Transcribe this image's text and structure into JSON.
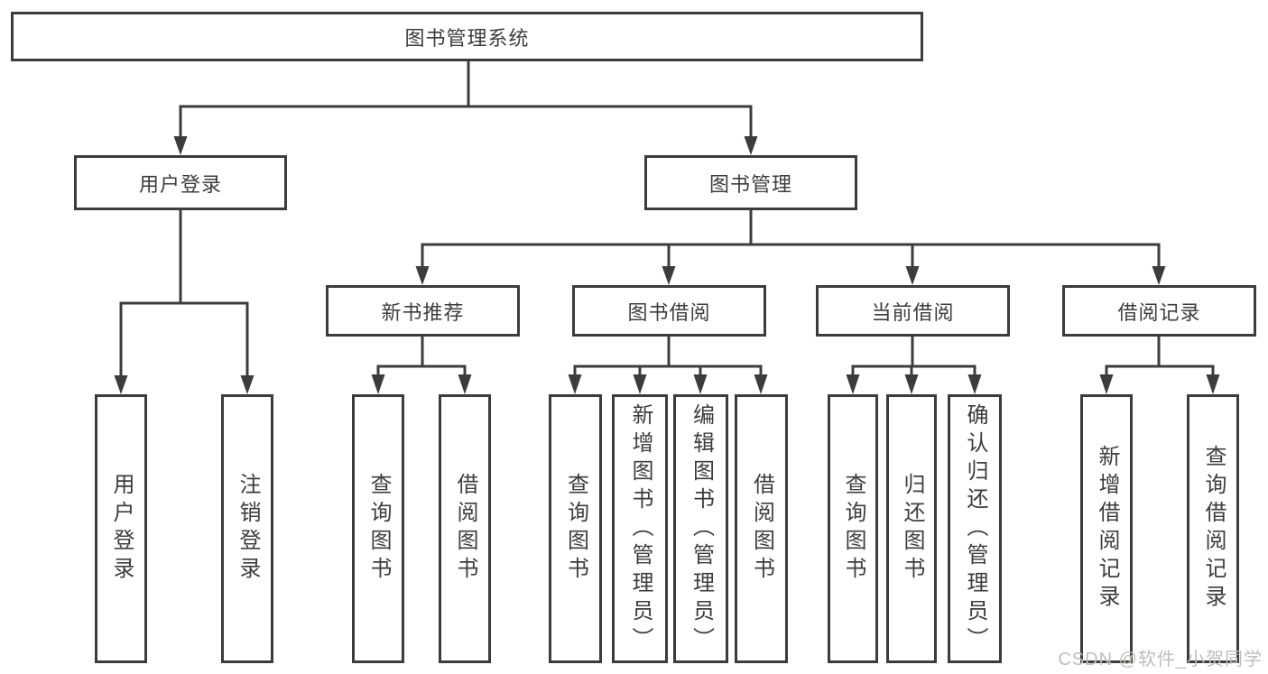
{
  "tree": {
    "root": {
      "label": "图书管理系统"
    },
    "branches": [
      {
        "label": "用户登录",
        "children": [
          {
            "label": "用户登录"
          },
          {
            "label": "注销登录"
          }
        ]
      },
      {
        "label": "图书管理",
        "children": [
          {
            "label": "新书推荐",
            "children": [
              {
                "label": "查询图书"
              },
              {
                "label": "借阅图书"
              }
            ]
          },
          {
            "label": "图书借阅",
            "children": [
              {
                "label": "查询图书"
              },
              {
                "label": "新增图书（管理员）"
              },
              {
                "label": "编辑图书（管理员）"
              },
              {
                "label": "借阅图书"
              }
            ]
          },
          {
            "label": "当前借阅",
            "children": [
              {
                "label": "查询图书"
              },
              {
                "label": "归还图书"
              },
              {
                "label": "确认归还（管理员）"
              }
            ]
          },
          {
            "label": "借阅记录",
            "children": [
              {
                "label": "新增借阅记录"
              },
              {
                "label": "查询借阅记录"
              }
            ]
          }
        ]
      }
    ]
  },
  "watermark": {
    "text": "CSDN @软件_小贺同学"
  },
  "colors": {
    "line": "#3c3c3c",
    "box_border": "#3c3c3c",
    "text": "#3d3d3d",
    "background": "#ffffff",
    "watermark": "#c3bcbc"
  }
}
